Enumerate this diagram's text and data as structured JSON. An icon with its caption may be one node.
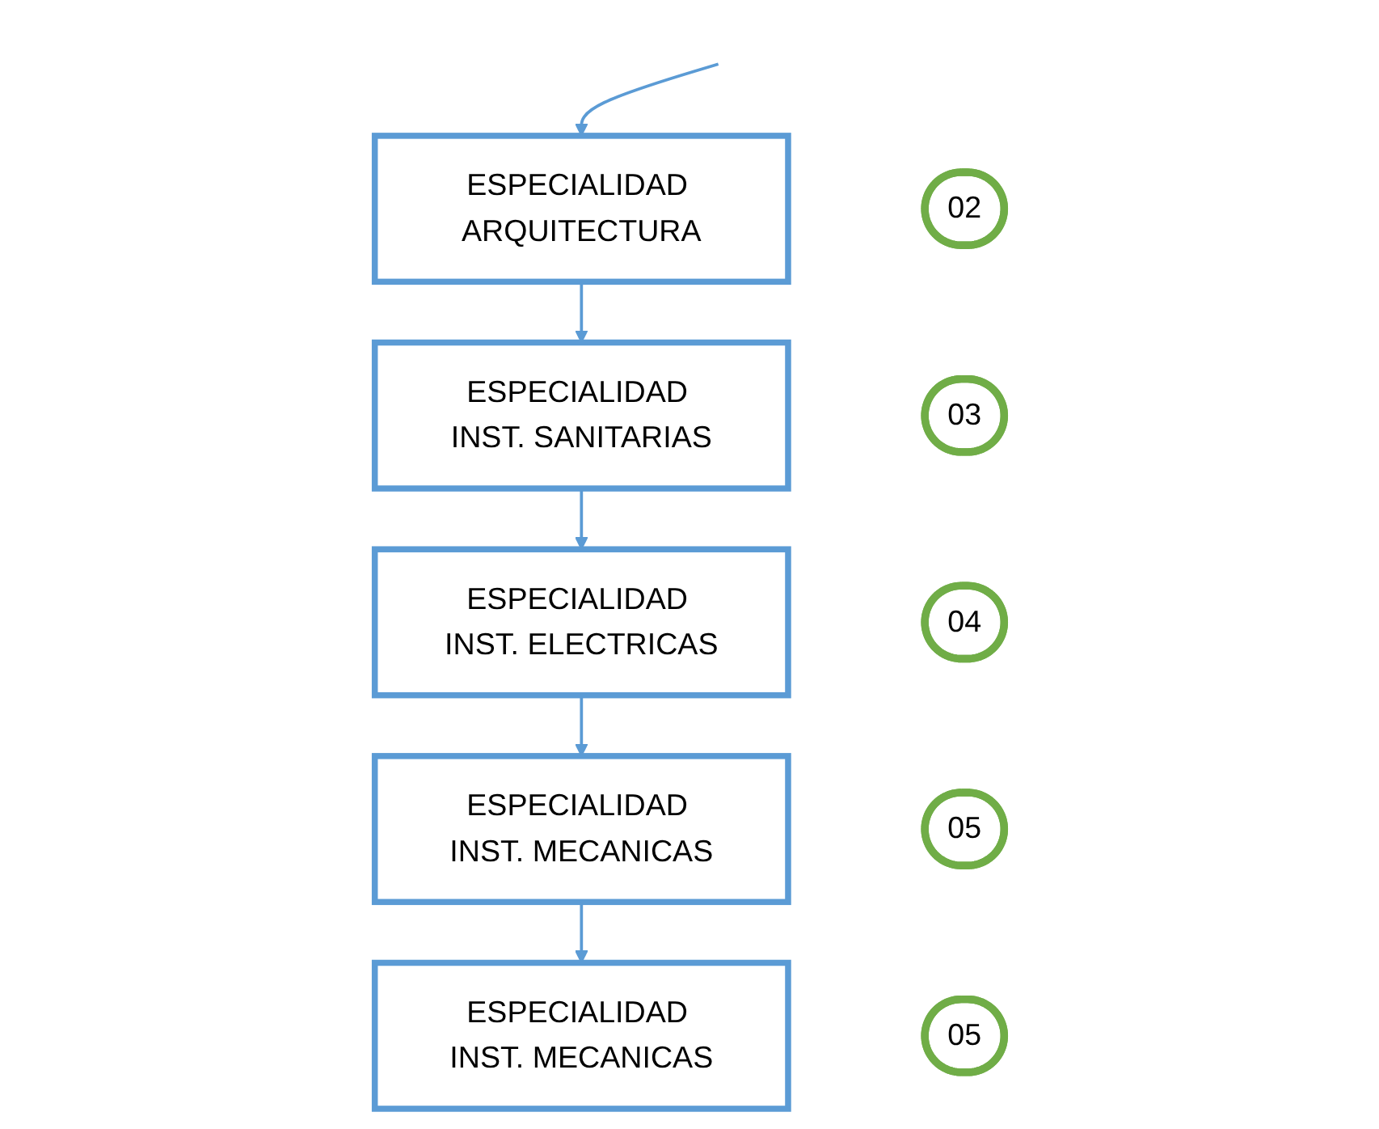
{
  "diagram": {
    "nodes": [
      {
        "text": [
          "02"
        ]
      },
      {
        "text": [
          "ESPECIALIDAD ARQUITECTURA"
        ]
      },
      {
        "text": [
          "03"
        ]
      },
      {
        "text": [
          "ESPECIALIDAD INST. SANITARIAS"
        ]
      },
      {
        "text": [
          "04"
        ]
      },
      {
        "text": [
          "ESPECIALIDAD INST. ELECTRICAS"
        ]
      },
      {
        "text": [
          "05"
        ]
      },
      {
        "text": [
          "ESPECIALIDAD INST. MECANICAS"
        ]
      },
      {
        "text": [
          "05"
        ]
      },
      {
        "text": [
          "ESPECIALIDAD INST. MECANICAS"
        ]
      }
    ],
    "edges": [
      {
        "from": null,
        "to": 1,
        "arrow": "to"
      },
      {
        "from": 1,
        "to": 3,
        "arrow": "to"
      },
      {
        "from": 3,
        "to": 5,
        "arrow": "to"
      },
      {
        "from": 5,
        "to": 7,
        "arrow": "to"
      },
      {
        "from": 7,
        "to": 9,
        "arrow": "to"
      }
    ]
  }
}
